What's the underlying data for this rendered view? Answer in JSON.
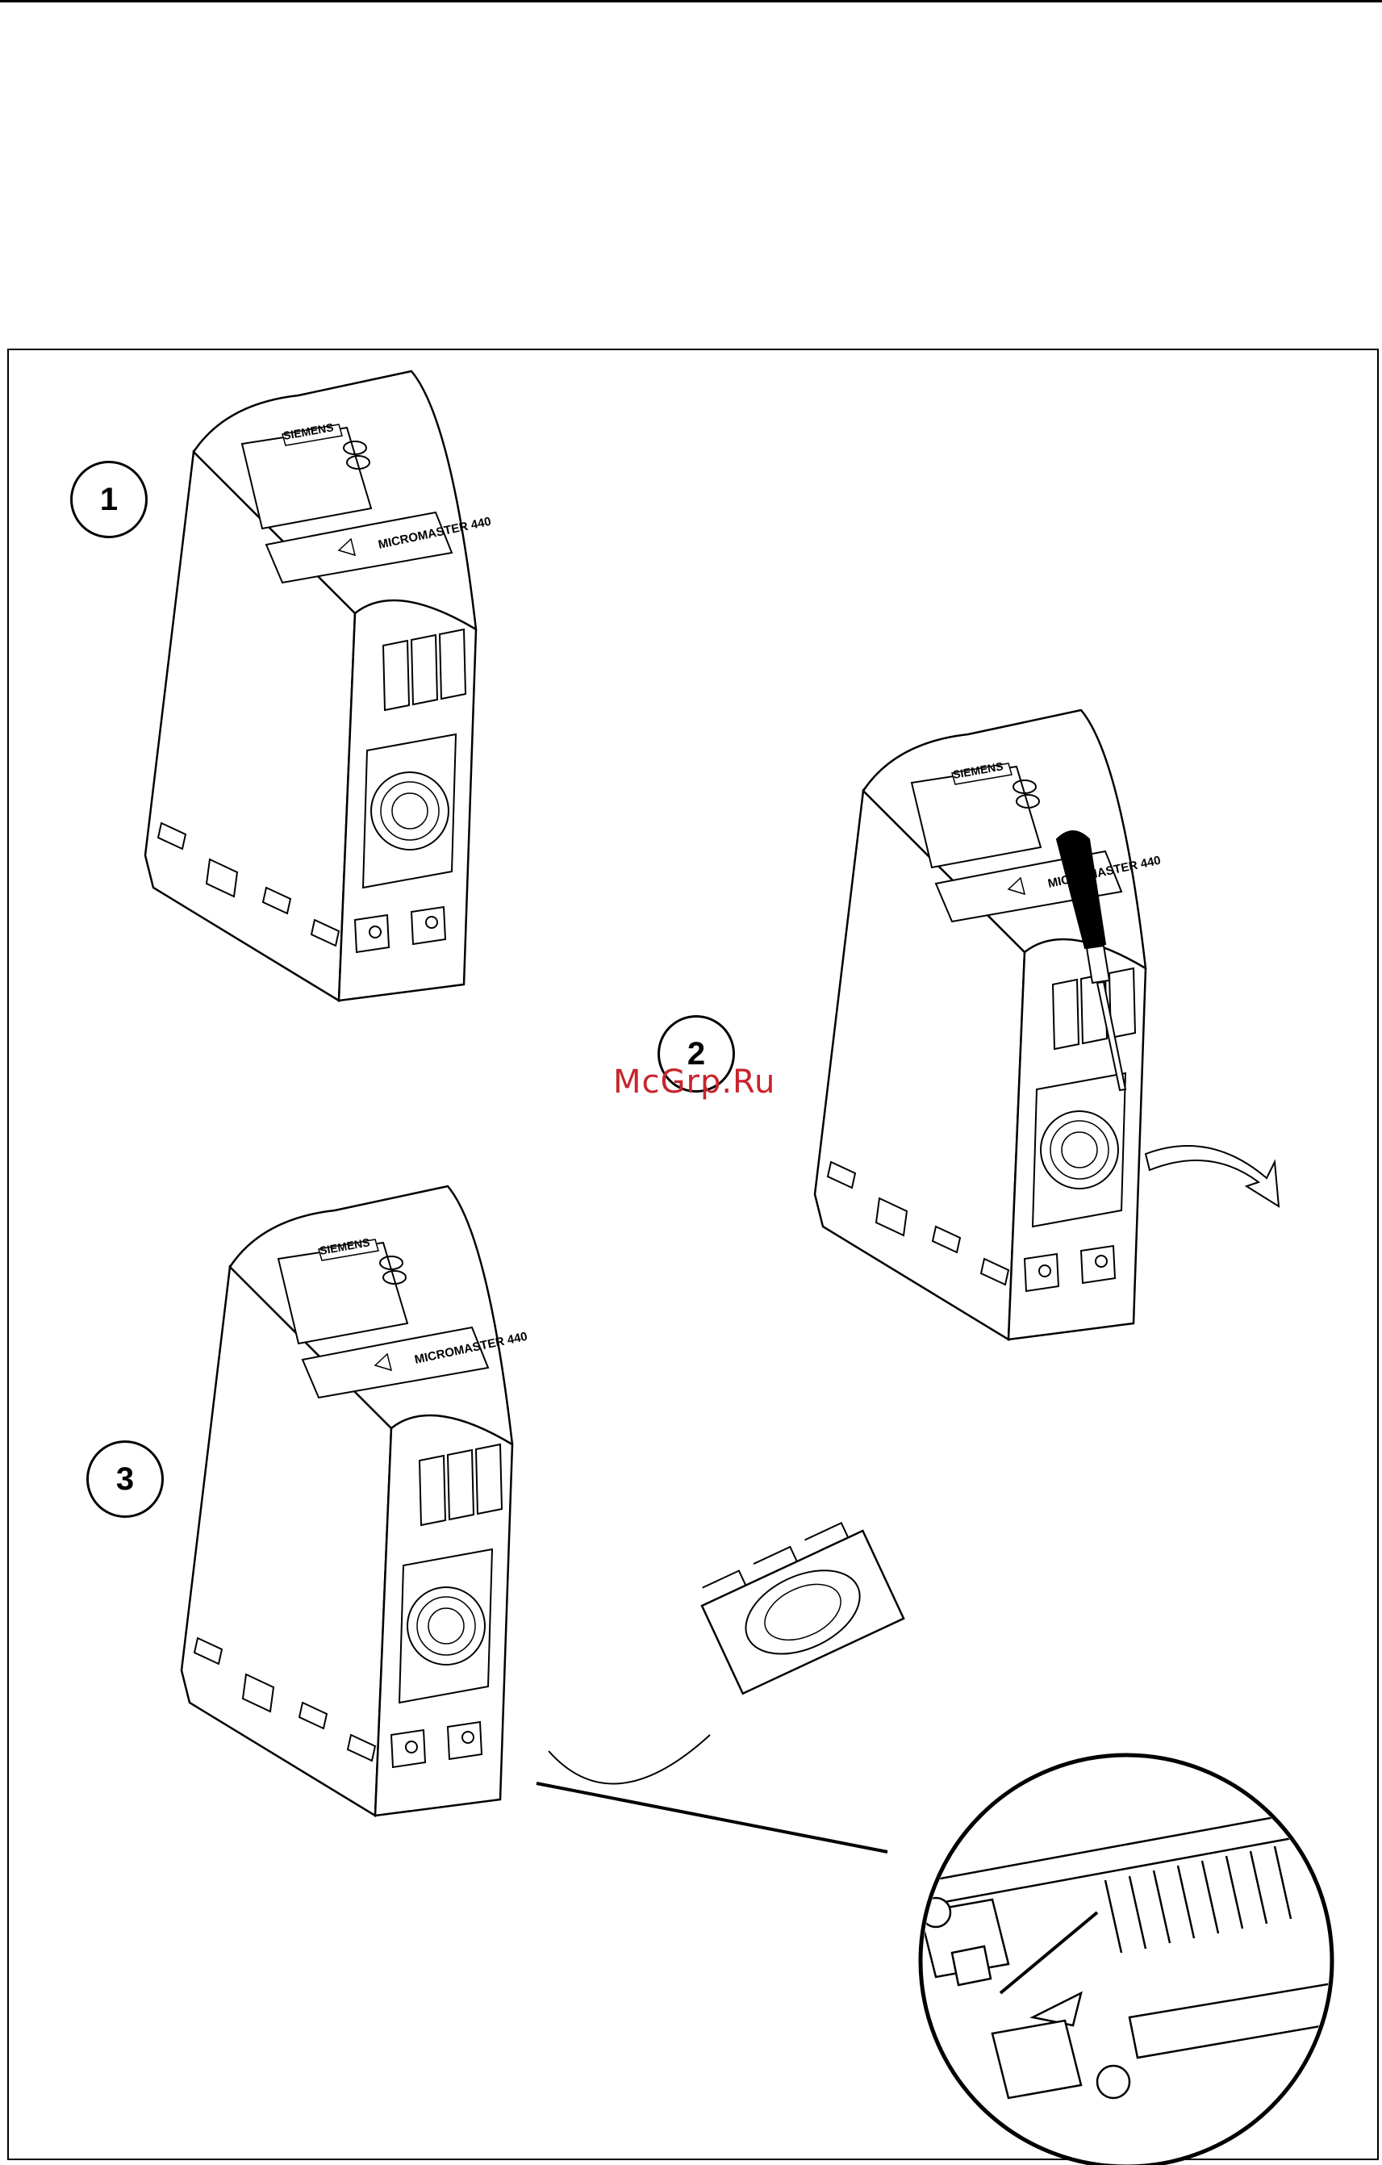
{
  "steps": [
    {
      "number": "1"
    },
    {
      "number": "2"
    },
    {
      "number": "3"
    }
  ],
  "device": {
    "brand": "SIEMENS",
    "model": "MICROMASTER 440"
  },
  "watermark": "McGrp.Ru"
}
